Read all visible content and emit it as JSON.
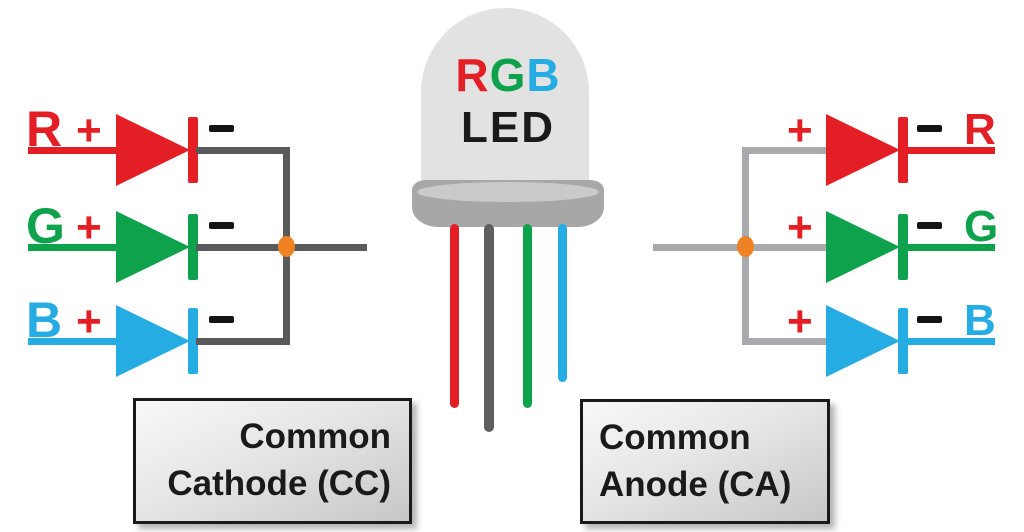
{
  "colors": {
    "red": "#e41e25",
    "green": "#0da24b",
    "blue": "#25ace3",
    "dark_wire": "#595a5c",
    "light_wire": "#a8aaad",
    "junction_orange": "#ef8222",
    "minus_black": "#141414",
    "dome_gray": "#e2e2e2",
    "base_gray": "#a7a7a7",
    "led_text_black": "#1a1a1a"
  },
  "led": {
    "letters": [
      {
        "char": "R",
        "color": "#e41e25"
      },
      {
        "char": "G",
        "color": "#0da24b"
      },
      {
        "char": "B",
        "color": "#25ace3"
      }
    ],
    "label": "LED",
    "legs": [
      {
        "name": "red-anode-leg",
        "color": "#e41e25"
      },
      {
        "name": "common-leg",
        "color": "#5d5e60"
      },
      {
        "name": "green-anode-leg",
        "color": "#0da24b"
      },
      {
        "name": "blue-anode-leg",
        "color": "#25ace3"
      }
    ]
  },
  "left_circuit": {
    "caption_line1": "Common",
    "caption_line2": "Cathode (CC)",
    "rows": [
      {
        "letter": "R",
        "plus": "+",
        "minus": "−",
        "color": "#e41e25"
      },
      {
        "letter": "G",
        "plus": "+",
        "minus": "−",
        "color": "#0da24b"
      },
      {
        "letter": "B",
        "plus": "+",
        "minus": "−",
        "color": "#25ace3"
      }
    ]
  },
  "right_circuit": {
    "caption_line1": "Common",
    "caption_line2": "Anode (CA)",
    "rows": [
      {
        "letter": "R",
        "plus": "+",
        "minus": "−",
        "color": "#e41e25"
      },
      {
        "letter": "G",
        "plus": "+",
        "minus": "−",
        "color": "#0da24b"
      },
      {
        "letter": "B",
        "plus": "+",
        "minus": "−",
        "color": "#25ace3"
      }
    ]
  }
}
